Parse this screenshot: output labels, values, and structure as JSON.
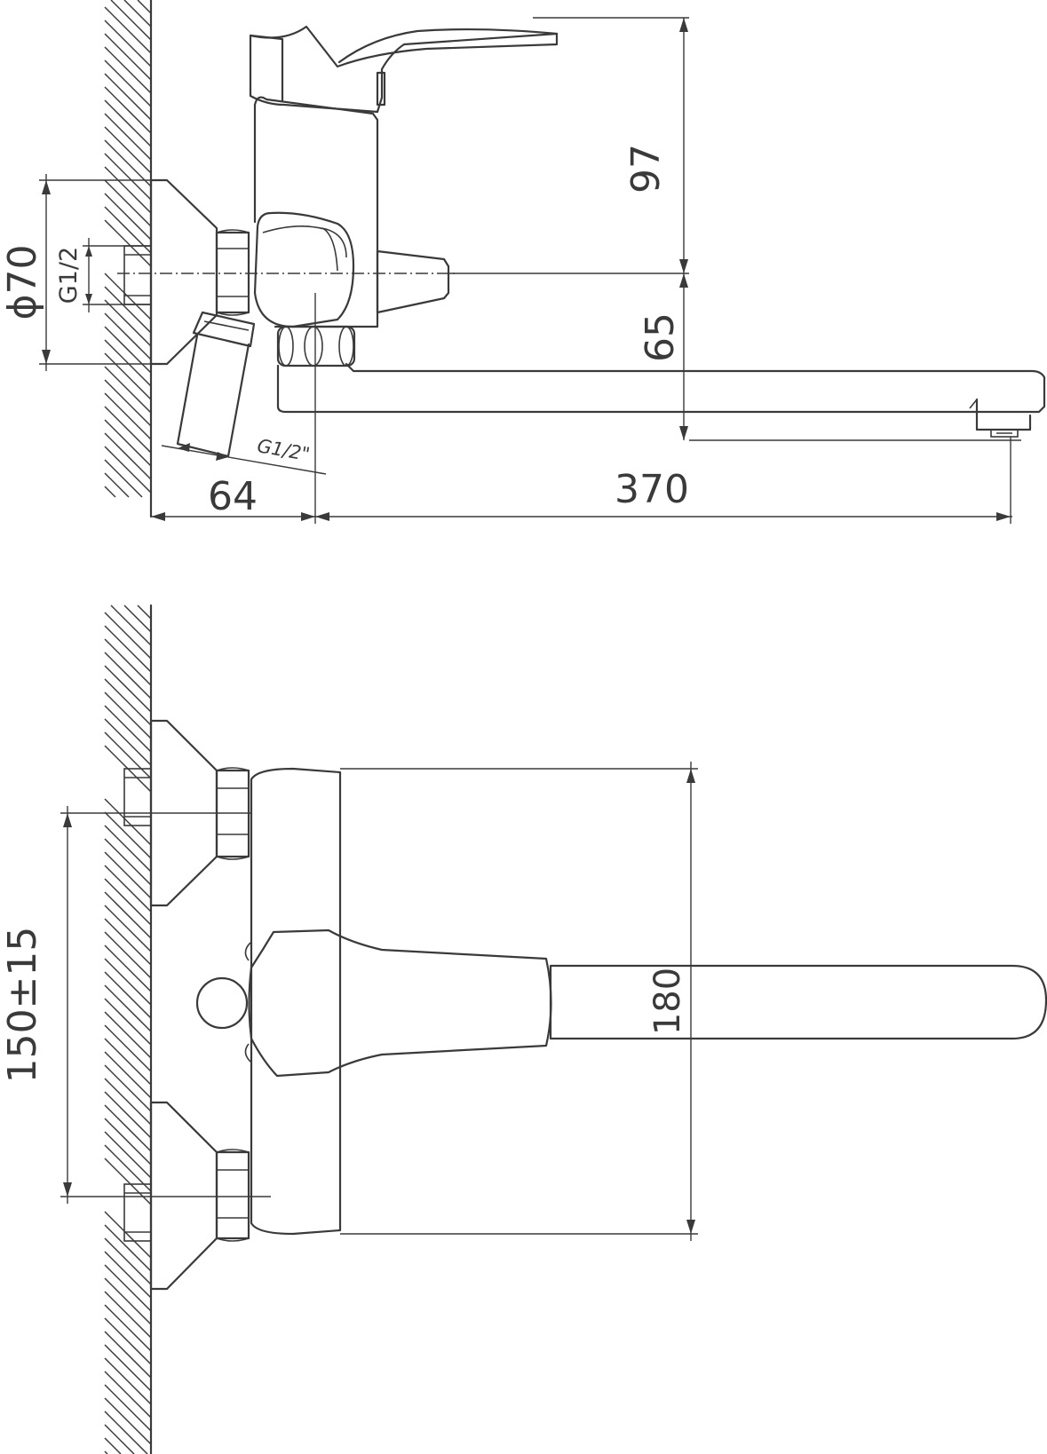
{
  "side_view": {
    "dimensions": {
      "lever_height": "97",
      "spout_height": "65",
      "wall_offset": "64",
      "spout_reach": "370",
      "flange_diameter": "ϕ70",
      "inlet_thread": "G1/2",
      "outlet_thread": "G1/2\""
    }
  },
  "front_view": {
    "dimensions": {
      "center_distance": "150±15",
      "body_width": "180"
    }
  },
  "colors": {
    "line": "#3a3a3a",
    "background": "#ffffff"
  }
}
